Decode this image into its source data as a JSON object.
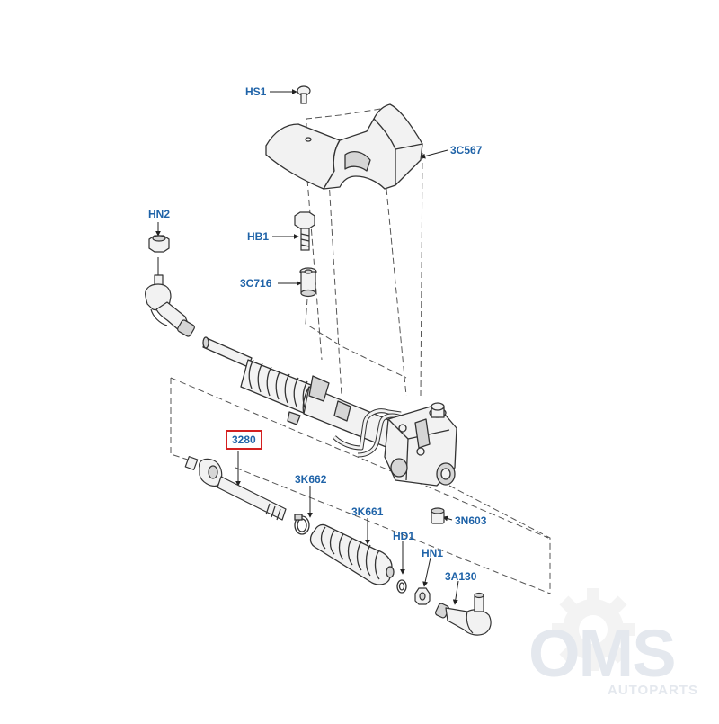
{
  "diagram": {
    "callouts": [
      {
        "id": "hs1",
        "text": "HS1",
        "highlighted": false
      },
      {
        "id": "3c567",
        "text": "3C567",
        "highlighted": false
      },
      {
        "id": "hn2",
        "text": "HN2",
        "highlighted": false
      },
      {
        "id": "hb1",
        "text": "HB1",
        "highlighted": false
      },
      {
        "id": "3c716",
        "text": "3C716",
        "highlighted": false
      },
      {
        "id": "3280",
        "text": "3280",
        "highlighted": true
      },
      {
        "id": "3k662",
        "text": "3K662",
        "highlighted": false
      },
      {
        "id": "3k661",
        "text": "3K661",
        "highlighted": false
      },
      {
        "id": "3n603",
        "text": "3N603",
        "highlighted": false
      },
      {
        "id": "hd1",
        "text": "HD1",
        "highlighted": false
      },
      {
        "id": "hn1",
        "text": "HN1",
        "highlighted": false
      },
      {
        "id": "3a130",
        "text": "3A130",
        "highlighted": false
      }
    ],
    "colors": {
      "label": "#1f63a8",
      "highlight_border": "#d42020",
      "part_line": "#333333",
      "part_fill": "#f2f2f2",
      "part_shade": "#d6d6d6",
      "watermark": "#e4e8ee"
    }
  },
  "watermark": {
    "brand": "OMS",
    "tagline": "AUTOPARTS",
    "icon": "gear-icon"
  }
}
